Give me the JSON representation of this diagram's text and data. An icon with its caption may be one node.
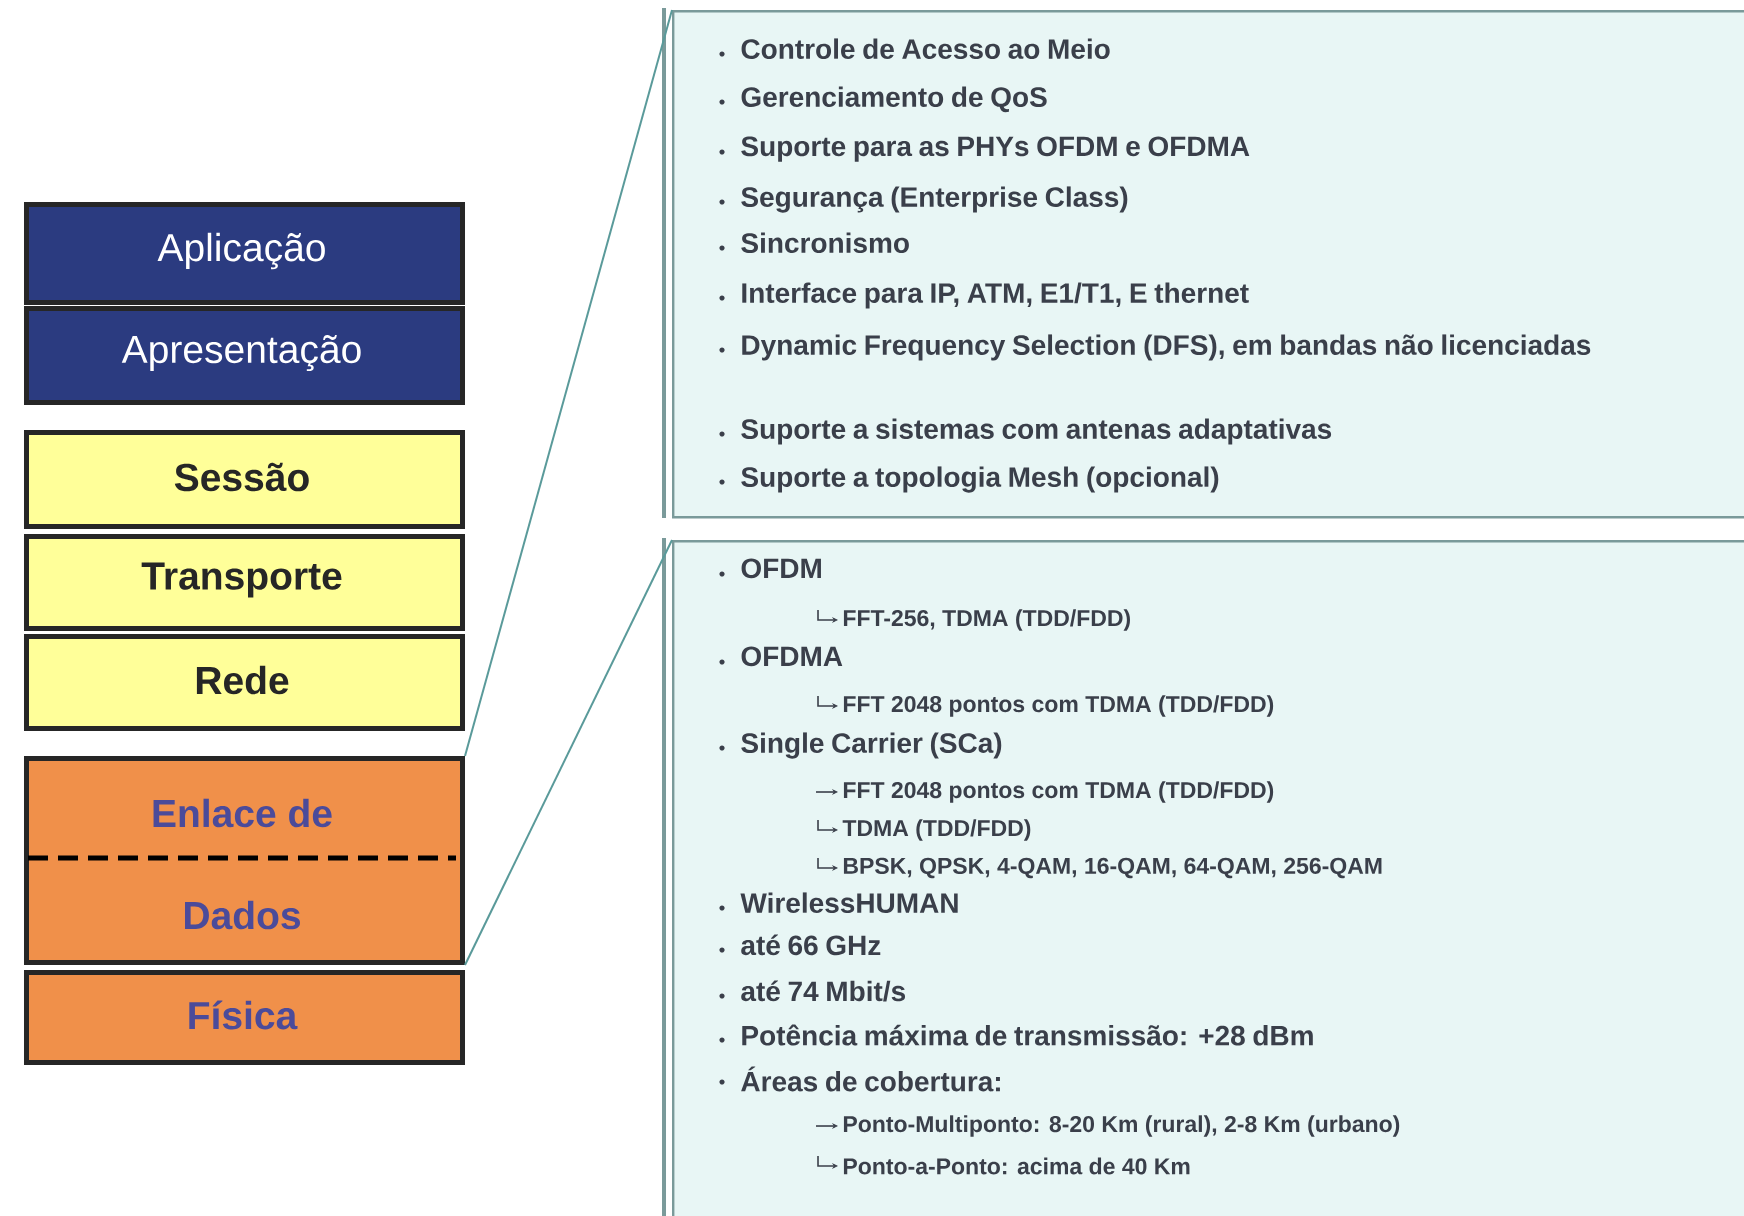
{
  "diagram": {
    "nodes": [
      {
        "text": [
          "Aplicação"
        ]
      },
      {
        "text": [
          "Apresentação"
        ]
      },
      {
        "text": [
          "Sessão"
        ]
      },
      {
        "text": [
          "Transporte"
        ]
      },
      {
        "text": [
          "Rede"
        ]
      },
      {
        "text": [
          "Enlace de",
          "Dados"
        ]
      },
      {
        "text": [
          "Física"
        ]
      },
      {
        "text": [
          "Controle de Acesso ao Meio",
          "Gerenciamento de QoS",
          "Suporte para as PHYs OFDM e OFDMA",
          "Segurança (Enterprise Class)",
          "Sincronismo",
          "Interface para IP, ATM, E1/T1, E thernet",
          "Dynamic Frequency Selection (DFS), em bandas não licenciadas",
          "Suporte a sistemas com antenas adaptativas",
          "Suporte a topologia Mesh (opcional)"
        ]
      },
      {
        "text": [
          "OFDM",
          "FFT-256, TDMA (TDD/FDD)",
          "OFDMA",
          "FFT 2048 pontos com TDMA (TDD/FDD)",
          "Single Carrier (SCa)",
          "FFT 2048 pontos com TDMA (TDD/FDD)",
          "TDMA (TDD/FDD)",
          "BPSK, QPSK, 4-QAM, 16-QAM, 64-QAM, 256-QAM",
          "WirelessHUMAN",
          "até 66 GHz",
          "até 74 Mbit/s",
          "Potência máxima de transmissão: +28 dBm",
          "Áreas de cobertura:",
          "Ponto-Multiponto: 8-20 Km (rural), 2-8 Km (urbano)",
          "Ponto-a-Ponto: acima de 40 Km"
        ]
      }
    ],
    "edges": [
      {
        "from": 5,
        "to": 7,
        "arrow": "none"
      },
      {
        "from": 5,
        "to": 8,
        "arrow": "none"
      }
    ]
  }
}
